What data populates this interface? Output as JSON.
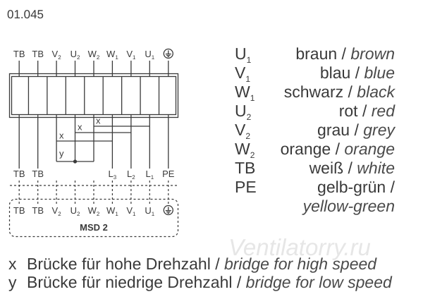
{
  "figure_id": "01.045",
  "terminal_block": {
    "top_terminals": [
      {
        "letter": "TB",
        "sub": ""
      },
      {
        "letter": "TB",
        "sub": ""
      },
      {
        "letter": "V",
        "sub": "2"
      },
      {
        "letter": "U",
        "sub": "2"
      },
      {
        "letter": "W",
        "sub": "2"
      },
      {
        "letter": "W",
        "sub": "1"
      },
      {
        "letter": "V",
        "sub": "1"
      },
      {
        "letter": "U",
        "sub": "1"
      },
      {
        "icon": "earth-ground-icon"
      }
    ],
    "bottom_labels": [
      {
        "letter": "TB",
        "sub": ""
      },
      {
        "letter": "TB",
        "sub": ""
      },
      {
        "letter": "",
        "sub": ""
      },
      {
        "letter": "",
        "sub": ""
      },
      {
        "letter": "",
        "sub": ""
      },
      {
        "letter": "L",
        "sub": "3"
      },
      {
        "letter": "L",
        "sub": "2"
      },
      {
        "letter": "L",
        "sub": "1"
      },
      {
        "letter": "PE",
        "sub": ""
      }
    ],
    "x_bridge_labels": [
      "x",
      "x",
      "x"
    ],
    "y_bridge_label": "y"
  },
  "msd": {
    "name": "MSD 2",
    "terminals": [
      {
        "letter": "TB",
        "sub": ""
      },
      {
        "letter": "TB",
        "sub": ""
      },
      {
        "letter": "V",
        "sub": "2"
      },
      {
        "letter": "U",
        "sub": "2"
      },
      {
        "letter": "W",
        "sub": "2"
      },
      {
        "letter": "W",
        "sub": "1"
      },
      {
        "letter": "V",
        "sub": "1"
      },
      {
        "letter": "U",
        "sub": "1"
      },
      {
        "icon": "earth-ground-icon"
      }
    ]
  },
  "wire_colors": [
    {
      "code": "U",
      "sub": "1",
      "de": "braun /",
      "en": "brown"
    },
    {
      "code": "V",
      "sub": "1",
      "de": "blau /",
      "en": "blue"
    },
    {
      "code": "W",
      "sub": "1",
      "de": "schwarz /",
      "en": "black"
    },
    {
      "code": "U",
      "sub": "2",
      "de": "rot /",
      "en": "red"
    },
    {
      "code": "V",
      "sub": "2",
      "de": "grau /",
      "en": "grey"
    },
    {
      "code": "W",
      "sub": "2",
      "de": "orange /",
      "en": "orange"
    },
    {
      "code": "TB",
      "sub": "",
      "de": "weiß /",
      "en": "white"
    },
    {
      "code": "PE",
      "sub": "",
      "de": "gelb-grün /",
      "en": "yellow-green"
    }
  ],
  "bridge_legend": [
    {
      "symbol": "x",
      "de": "Brücke für hohe Drehzahl /",
      "en": "bridge for high speed"
    },
    {
      "symbol": "y",
      "de": "Brücke für niedrige Drehzahl /",
      "en": "bridge for low speed"
    }
  ],
  "watermark": "Ventilatorry.ru",
  "colors": {
    "ink": "#3a3a3a",
    "english_text": "#4a4a4a",
    "watermark": "#e6e6e6"
  }
}
